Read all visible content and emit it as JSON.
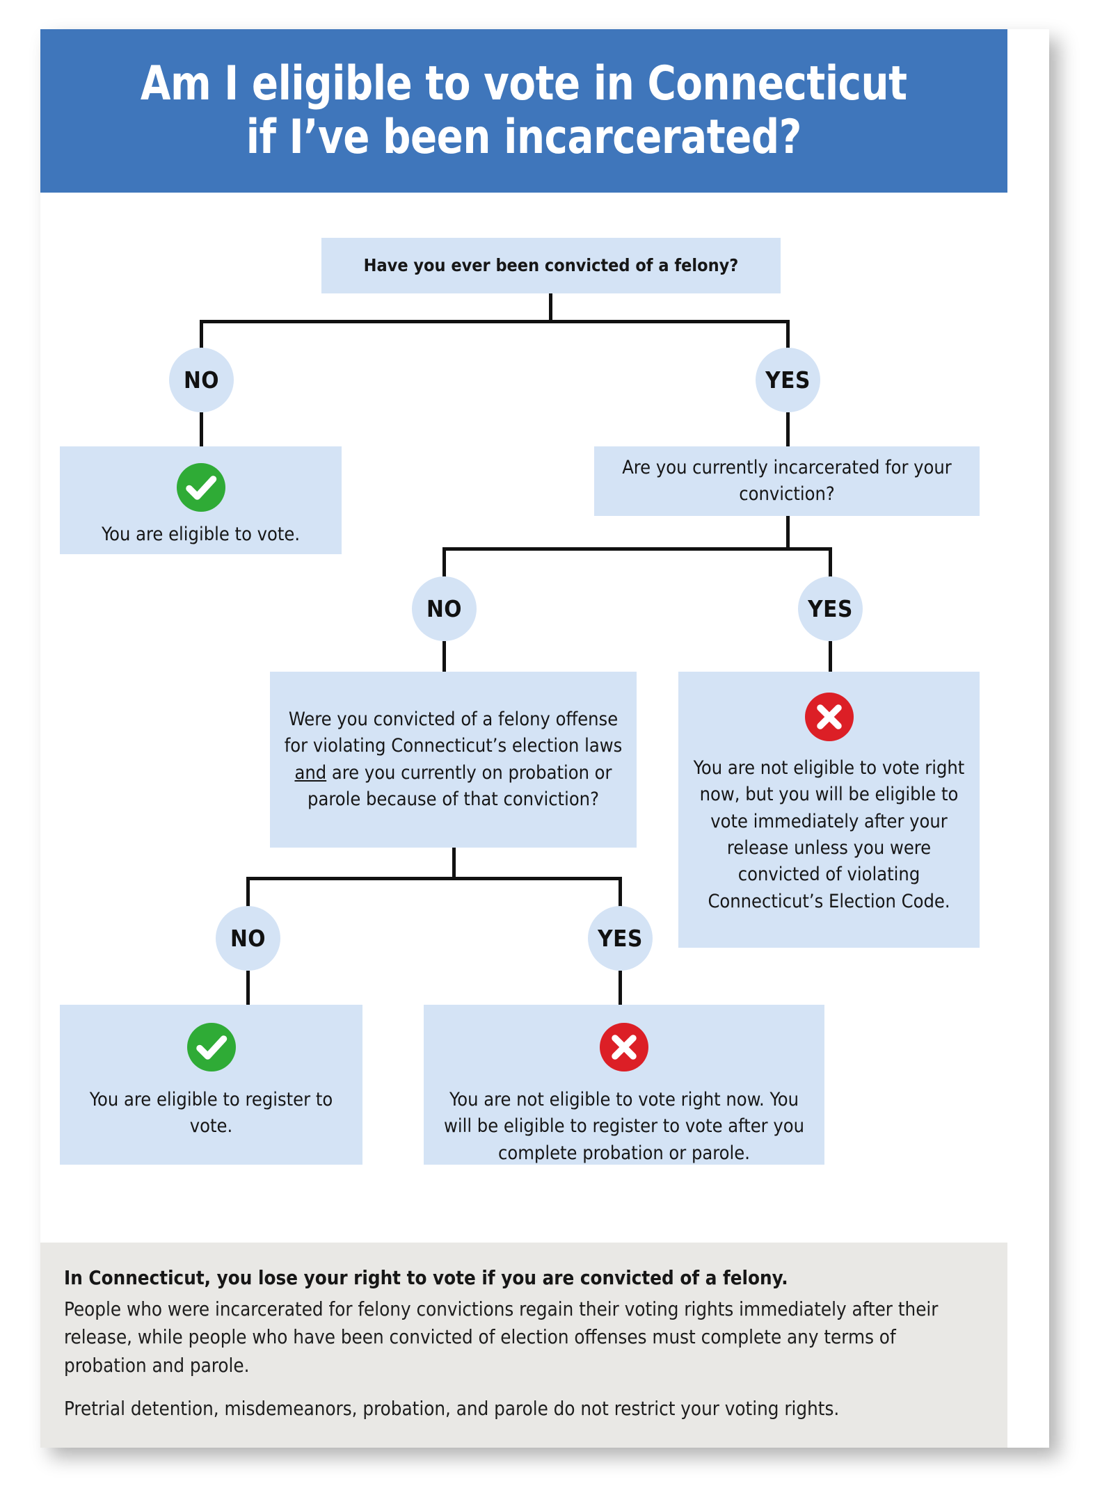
{
  "header": {
    "title_line_1": "Am I eligible to vote in Connecticut",
    "title_line_2": "if I’ve been incarcerated?",
    "bg_color": "#3f76bb"
  },
  "colors": {
    "node_blue": "#d4e3f5",
    "header_blue": "#3f76bb",
    "footer_gray": "#e9e8e5",
    "success_green": "#2fab36",
    "error_red": "#dc1f26",
    "line_black": "#111111"
  },
  "flow": {
    "q1": {
      "text": "Have you ever been convicted of a felony?"
    },
    "q1_no_label": "NO",
    "q1_yes_label": "YES",
    "r1": {
      "icon": "check-circle-icon",
      "text": "You are eligible to vote."
    },
    "q2": {
      "text": "Are you currently incarcerated for your conviction?"
    },
    "q2_no_label": "NO",
    "q2_yes_label": "YES",
    "q3": {
      "text_part_1": "Were you convicted of a felony offense for violating Connecticut’s election laws ",
      "text_underlined": "and",
      "text_part_2": " are you currently on probation or parole because of that conviction?"
    },
    "r2": {
      "icon": "x-circle-icon",
      "text": "You are not eligible to vote right now, but you will be eligible to vote immediately after your release unless you were convicted of violating Connecticut’s Election Code."
    },
    "q3_no_label": "NO",
    "q3_yes_label": "YES",
    "r3": {
      "icon": "check-circle-icon",
      "text": "You are eligible to register to vote."
    },
    "r4": {
      "icon": "x-circle-icon",
      "text": "You are not eligible to vote right now. You will be eligible to register to vote after you complete probation or parole."
    }
  },
  "footer": {
    "lead": "In Connecticut, you lose your right to vote if you are convicted of a felony.",
    "paragraph_1": "People who were incarcerated for felony convictions regain their voting rights immediately after their release, while people who have been convicted of election offenses must complete any terms of probation and parole.",
    "paragraph_2": "Pretrial detention, misdemeanors, probation, and parole do not restrict your voting rights."
  }
}
